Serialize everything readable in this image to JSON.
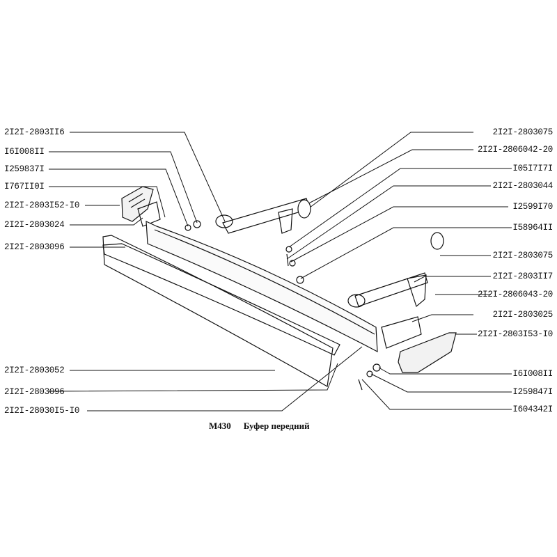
{
  "caption": {
    "code": "M430",
    "title": "Буфер передний"
  },
  "left_labels": [
    "2I2I-2803II6",
    "I6I008II",
    "I259837I",
    "I767II0I",
    "2I2I-2803I52-I0",
    "2I2I-2803024",
    "2I2I-2803096",
    "2I2I-2803052",
    "2I2I-2803096",
    "2I2I-28030I5-I0"
  ],
  "right_labels": [
    "2I2I-2803075",
    "2I2I-2806042-20",
    "I05I7I7I",
    "2I2I-2803044",
    "I2599I70",
    "I58964II",
    "2I2I-2803075",
    "2I2I-2803II7",
    "2I2I-2806043-20",
    "2I2I-2803025",
    "2I2I-2803I53-I0",
    "I6I008II",
    "I259847I",
    "I604342I"
  ]
}
